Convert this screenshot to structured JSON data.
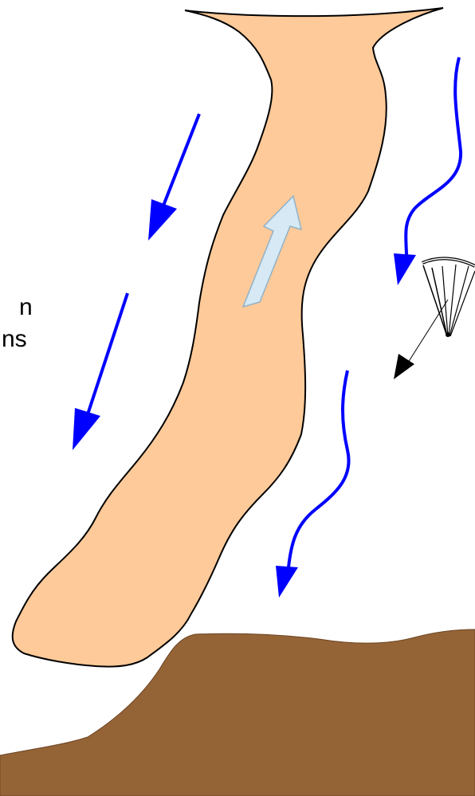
{
  "labels": {
    "fragment_1": "n",
    "fragment_2": "ns"
  },
  "colors": {
    "background": "#ffffff",
    "thermal_column": "#ffca99",
    "thermal_outline": "#000000",
    "updraft_arrow": "#d6e9f5",
    "updraft_arrow_outline": "#8fb2c9",
    "sink_arrows": "#0000ff",
    "ground": "#956436",
    "glider_direction_arrow": "#000000"
  },
  "icons": {
    "updraft": "up-arrow-icon",
    "sink": "down-arrow-icon",
    "glider": "paraglider-icon"
  },
  "sink_arrow_count": 4,
  "updraft_arrow_count": 1
}
